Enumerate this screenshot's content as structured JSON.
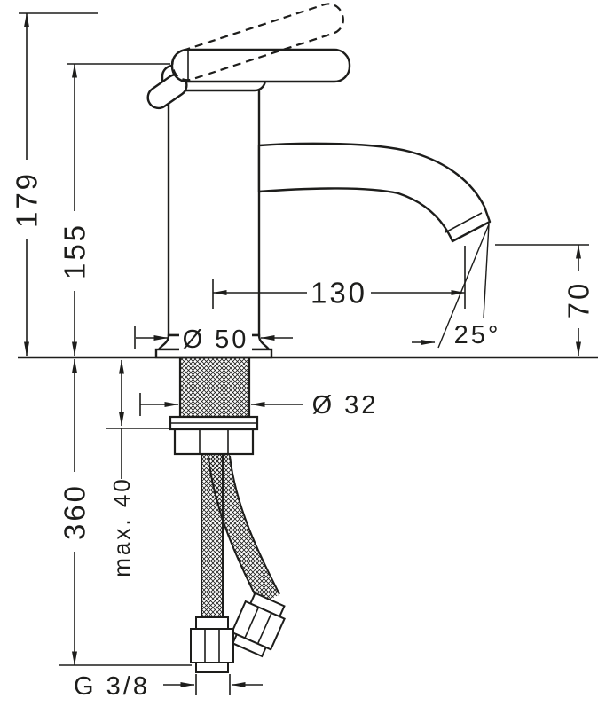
{
  "drawing": {
    "labels": {
      "height_total": "179",
      "height_body": "155",
      "reach": "130",
      "outlet_height": "70",
      "body_diameter": "Ø 50",
      "outlet_angle": "25°",
      "shank_diameter": "Ø 32",
      "max_mounting_thickness": "max. 40",
      "hose_length": "360",
      "connection_thread": "G 3/8"
    },
    "colors": {
      "ink": "#1d1d1b",
      "background": "#ffffff"
    }
  }
}
